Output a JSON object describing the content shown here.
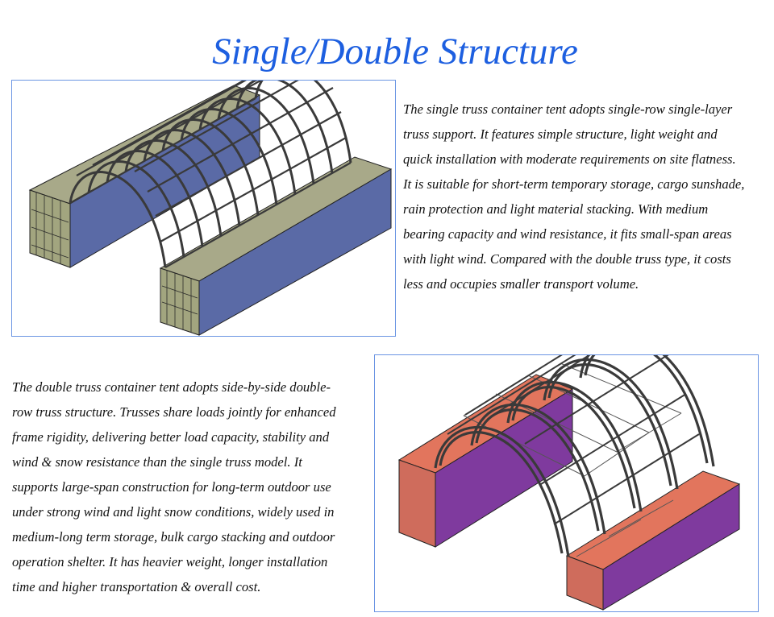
{
  "title": "Single/Double Structure",
  "single_truss": {
    "lines": [
      "The single truss container tent adopts single-row single-layer",
      "truss support. It features simple structure, light weight and",
      "quick installation with moderate requirements on site flatness.",
      "It is suitable for short-term temporary storage, cargo sunshade,",
      "rain protection and light material stacking. With medium",
      "bearing capacity and wind resistance, it fits small-span areas",
      "with light wind. Compared with the double truss type, it costs",
      "less and occupies smaller transport volume."
    ]
  },
  "double_truss": {
    "lines": [
      "The double truss container tent adopts side-by-side double-",
      "row truss structure. Trusses share loads jointly for enhanced",
      "frame rigidity, delivering better load capacity, stability and",
      "wind & snow resistance than the single truss model. It",
      "supports large-span construction for long-term outdoor use",
      "under strong wind and light snow conditions, widely used in",
      "medium-long term storage, bulk cargo stacking and outdoor",
      "operation shelter. It has heavier weight, longer installation",
      "time and higher transportation & overall cost."
    ]
  },
  "colors": {
    "title": "#1d5fe0",
    "frame_border": "#6b95e3",
    "single_container_top": "#a8a989",
    "single_container_side": "#5a6aa6",
    "single_container_end": "#a2a57f",
    "double_container_top": "#e2755d",
    "double_container_side": "#7f3a9e",
    "double_container_end": "#cf6c5c",
    "frame_steel": "#3a3a3a"
  }
}
